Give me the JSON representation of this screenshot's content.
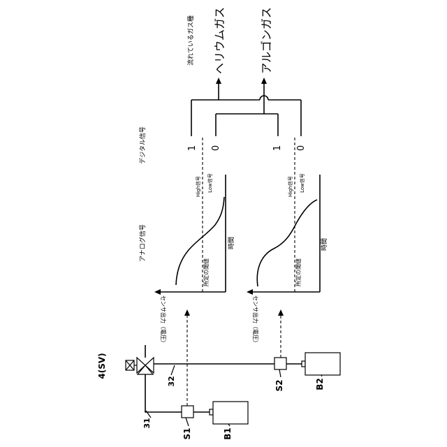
{
  "labels": {
    "valve": "4(SV)",
    "pipe32": "32",
    "pipe31": "31",
    "s1": "S1",
    "s2": "S2",
    "b1": "B1",
    "b2": "B2",
    "analog_signal": "アナログ信号",
    "digital_signal": "デジタル信号",
    "flowing_gas": "流れているガス種",
    "helium": "ヘリウムガス",
    "argon": "アルゴンガス",
    "time": "時間",
    "threshold": "所定の閾値",
    "high": "High信号",
    "low": "Low信号",
    "ylabel": "センサ出力（電圧）",
    "d1": "1",
    "d0": "0"
  }
}
